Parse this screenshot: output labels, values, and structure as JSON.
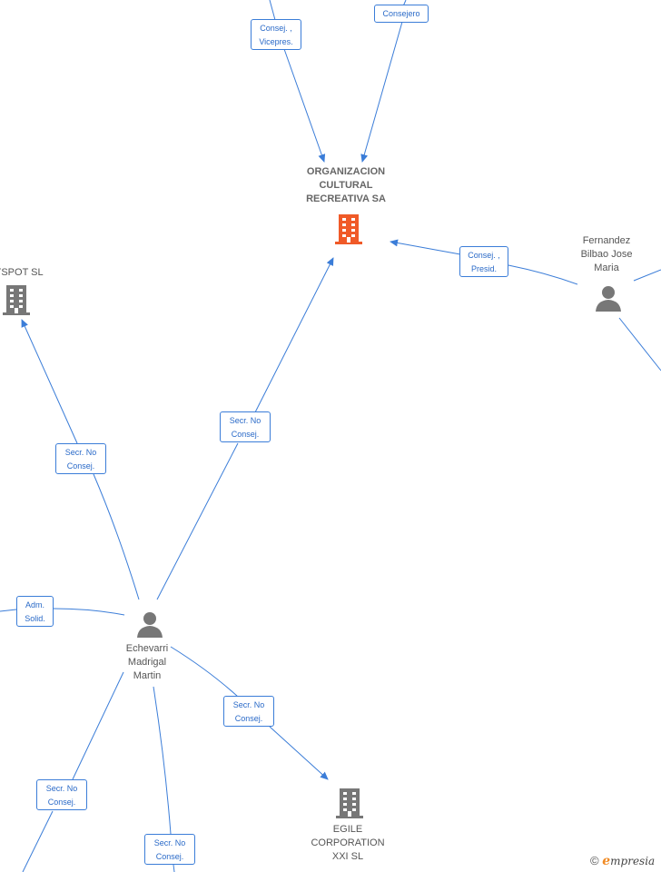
{
  "colors": {
    "edge": "#3b7dd8",
    "highlight_company": "#f05a28",
    "company": "#777777",
    "person": "#777777"
  },
  "nodes": {
    "organizacion": {
      "label": "ORGANIZACION\nCULTURAL\nRECREATIVA SA",
      "icon": "building-icon",
      "type": "company",
      "highlight": true
    },
    "yspot": {
      "label": "YSPOT  SL",
      "icon": "building-icon",
      "type": "company"
    },
    "egile": {
      "label": "EGILE\nCORPORATION\nXXI SL",
      "icon": "building-icon",
      "type": "company"
    },
    "fernandez": {
      "label": "Fernandez\nBilbao Jose\nMaria",
      "icon": "person-icon",
      "type": "person"
    },
    "echevarri": {
      "label": "Echevarri\nMadrigal\nMartin",
      "icon": "person-icon",
      "type": "person"
    }
  },
  "edges": [
    {
      "id": "e1",
      "label": "Consej. ,\nVicepres."
    },
    {
      "id": "e2",
      "label": "Consejero"
    },
    {
      "id": "e3",
      "label": "Consej. ,\nPresid."
    },
    {
      "id": "e4",
      "label": "Secr.  No\nConsej."
    },
    {
      "id": "e5",
      "label": "Secr.  No\nConsej."
    },
    {
      "id": "e6",
      "label": "Adm.\nSolid."
    },
    {
      "id": "e7",
      "label": "Secr.  No\nConsej."
    },
    {
      "id": "e8",
      "label": "Secr.  No\nConsej."
    },
    {
      "id": "e9",
      "label": "Secr.  No\nConsej."
    }
  ],
  "footer": {
    "copyright": "©",
    "brand_initial": "e",
    "brand_rest": "mpresia"
  }
}
